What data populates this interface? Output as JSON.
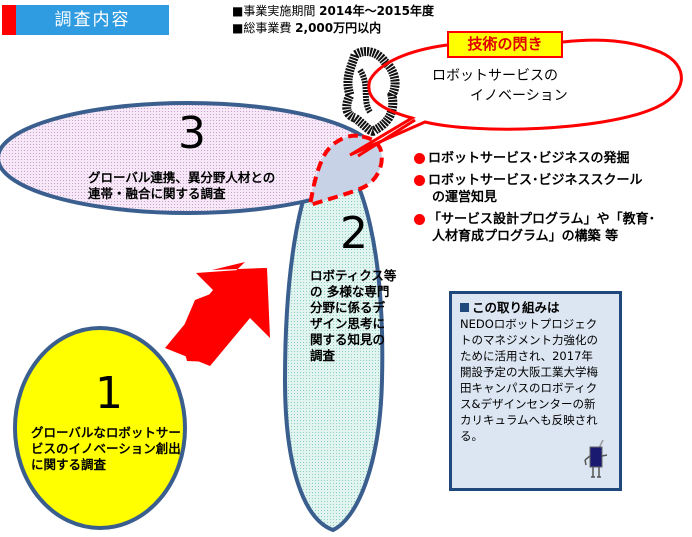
{
  "header": {
    "title": "調査内容",
    "period_label": "■事業実施期間",
    "period_value": "2014年～2015年度",
    "cost_label": "■総事業費",
    "cost_value": "2,000万円以内"
  },
  "callout": {
    "tag": "技術の閃き",
    "line1": "ロボットサービスの",
    "line2": "イノベーション"
  },
  "items": [
    {
      "number": "1",
      "text_lines": [
        "グローバルなロボットサー",
        "ビスのイノベーション創出",
        "に関する調査"
      ]
    },
    {
      "number": "2",
      "text_lines": [
        "ロボティクス等",
        "の 多様な専門",
        "分野に係るデ",
        "ザイン思考に",
        "関する知見の",
        "調査"
      ]
    },
    {
      "number": "3",
      "text_lines": [
        "グローバル連携、異分野人材との",
        "連帯・融合に関する調査"
      ]
    }
  ],
  "outcomes": [
    {
      "lines": [
        "ロボットサービス･ビジネスの発掘"
      ]
    },
    {
      "lines": [
        "ロボットサービス･ビジネススクール",
        "の運営知見"
      ]
    },
    {
      "lines": [
        "「サービス設計プログラム」や「教育･",
        "人材育成プログラム」の構築 等"
      ]
    }
  ],
  "info_box": {
    "heading": "この取り組みは",
    "body": "NEDOロボットプロジェクトのマネジメント力強化のために活用され、2017年開設予定の大阪工業大学梅田キャンパスのロボティクス&デザインセンターの新カリキュラムへも反映される。"
  },
  "colors": {
    "title_bar": "#2f9be0",
    "accent_red": "#ff0000",
    "outline_blue": "#3a5f8f",
    "circle1_fill": "#ffff00",
    "ellipse2_fill": "#cfeee6",
    "ellipse3_fill": "#f0dcf0",
    "overlap_fill": "#c8d2e6",
    "info_fill": "#dce6f2",
    "info_border": "#1f497d"
  }
}
